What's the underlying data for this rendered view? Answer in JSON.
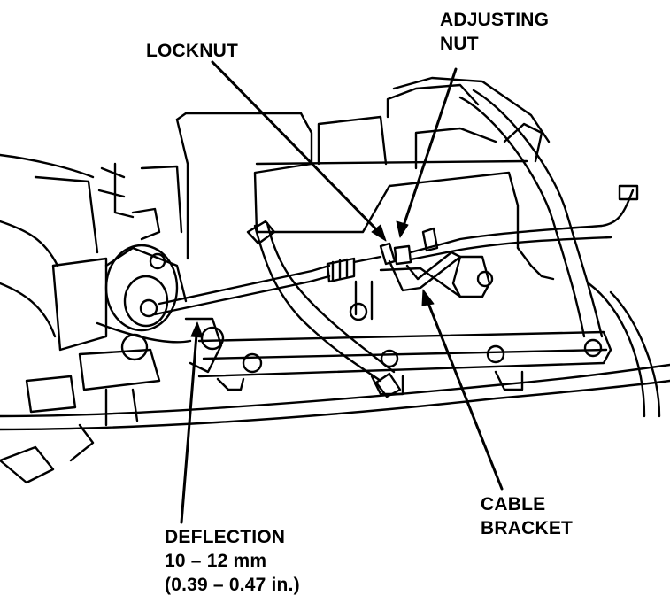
{
  "labels": {
    "locknut": "LOCKNUT",
    "adjusting_nut": [
      "ADJUSTING",
      "NUT"
    ],
    "cable_bracket": [
      "CABLE",
      "BRACKET"
    ],
    "deflection": [
      "DEFLECTION",
      "10 – 12 mm",
      "(0.39 – 0.47 in.)"
    ]
  },
  "colors": {
    "ink": "#000000",
    "paper": "#ffffff"
  }
}
